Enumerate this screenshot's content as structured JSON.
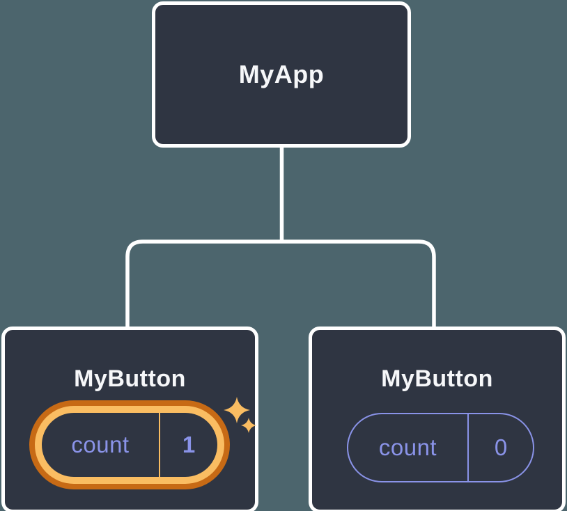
{
  "diagram_name": "react-component-state-tree",
  "nodes": {
    "root": {
      "label": "MyApp"
    },
    "left_child": {
      "label": "MyButton",
      "pill": {
        "key": "count",
        "value": "1"
      },
      "highlighted": true
    },
    "right_child": {
      "label": "MyButton",
      "pill": {
        "key": "count",
        "value": "0"
      },
      "highlighted": false
    }
  },
  "icons": {
    "sparkles": "sparkles-icon (state just updated)"
  },
  "colors": {
    "background": "#4C656D",
    "node_fill": "#2F3542",
    "node_border": "#FFFFFF",
    "connector": "#FFFFFF",
    "text_primary": "#F6F7F9",
    "state_purple": "#8A93E8",
    "highlight_orange_outer": "#C76A15",
    "highlight_gold_inner": "#FABD62",
    "sparkle_gold": "#FABD62"
  }
}
